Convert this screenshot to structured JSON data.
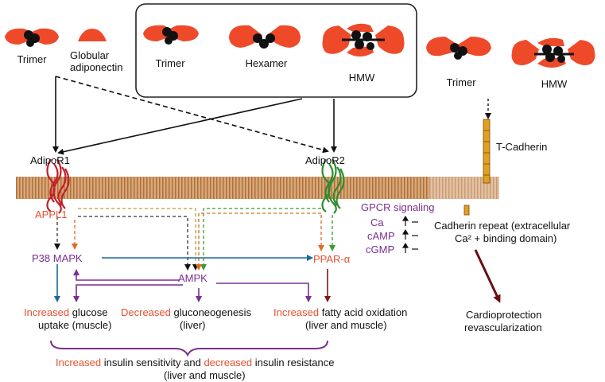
{
  "labels": {
    "trimer_left": "Trimer",
    "globular_1": "Globular",
    "globular_2": "adiponectin",
    "trimer_box": "Trimer",
    "hexamer": "Hexamer",
    "hmw_box": "HMW",
    "trimer_right": "Trimer",
    "hmw_right": "HMW",
    "adipor1": "AdipoR1",
    "adipor2": "AdipoR2",
    "t_cadherin": "T-Cadherin",
    "appl1": "APPL1",
    "p38": "P38 MAPK",
    "ampk": "AMPK",
    "ppar": "PPAR-α",
    "gpcr": "GPCR signaling",
    "ca": "Ca",
    "camp": "cAMP",
    "cgmp": "cGMP",
    "cadherin_repeat_1": "Cadherin repeat (extracellular",
    "cadherin_repeat_2": "Ca² + binding domain)",
    "cardio_1": "Cardioprotection",
    "cardio_2": "revascularization"
  },
  "outcomes": {
    "glucose_uptake": {
      "emph": "Increased",
      "rest": " glucose",
      "line2": "uptake (muscle)"
    },
    "gluconeogenesis": {
      "emph": "Decreased",
      "rest": " gluconeogenesis",
      "line2": "(liver)"
    },
    "fatty_acid": {
      "emph": "Increased",
      "rest": " fatty acid oxidation",
      "line2": "(liver and muscle)"
    },
    "insulin": {
      "emph1": "Increased",
      "mid": " insulin sensitivity and ",
      "emph2": "decreased",
      "end": " insulin resistance",
      "line2": "(liver and muscle)"
    }
  },
  "colors": {
    "oligomer_red": "#ee4a2a",
    "core_black": "#111111",
    "membrane": "#d8a878",
    "membrane_stripe": "#b0703e",
    "adipor1": "#c0202a",
    "adipor2": "#2e8b2e",
    "emphasis": "#e8502f",
    "pathway_purple": "#7a2f8f",
    "blue_arrow": "#1a6a9a",
    "dark_red_arrow": "#7a1a10",
    "tcad_yellow": "#e0a020"
  }
}
